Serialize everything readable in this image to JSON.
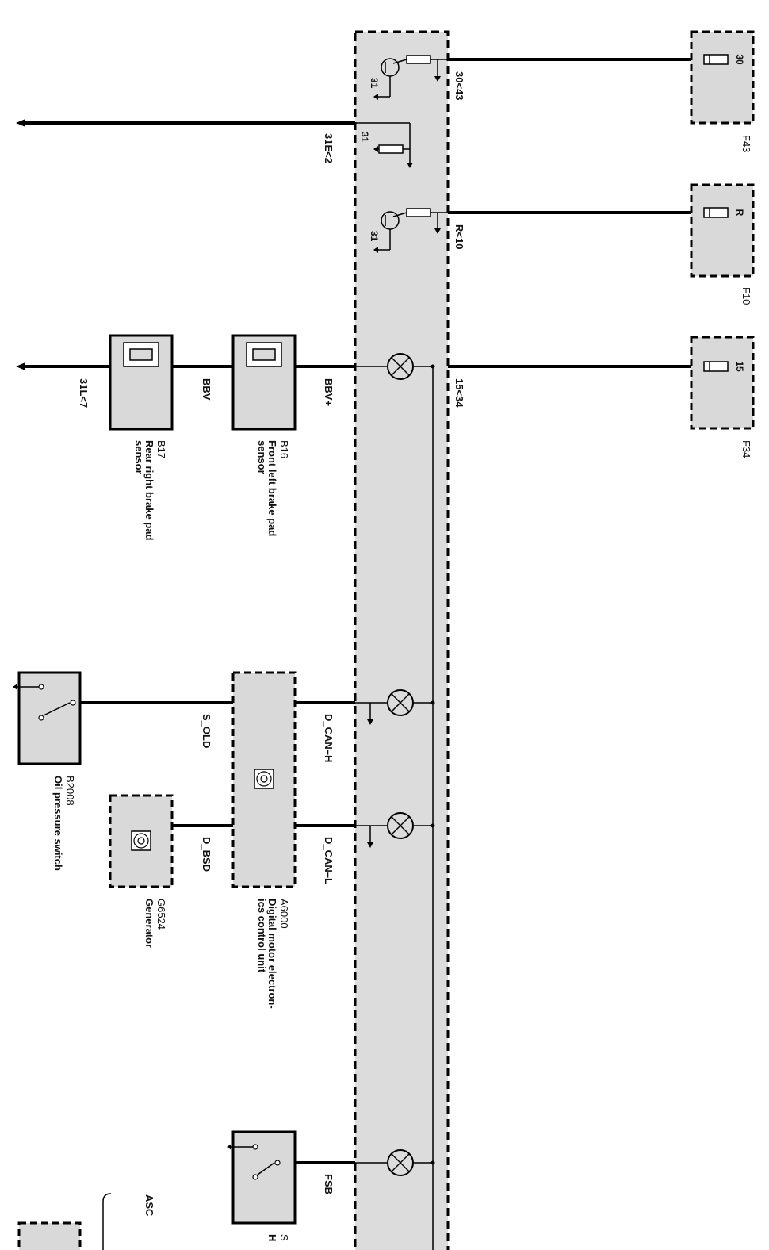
{
  "components": {
    "f43": {
      "id": "F43",
      "pin": "30"
    },
    "f10": {
      "id": "F10",
      "pin": "R"
    },
    "f34": {
      "id": "F34",
      "pin": "15"
    },
    "b17": {
      "id": "B17",
      "name": "Rear right brake pad sensor"
    },
    "b16": {
      "id": "B16",
      "name": "Front left brake pad sensor"
    },
    "b2008": {
      "id": "B2008",
      "name": "Oil pressure switch"
    },
    "g6524": {
      "id": "G6524",
      "name": "Generator"
    },
    "a6000": {
      "id": "A6000",
      "name": "Digital motor electron-ics control unit"
    },
    "partial": {
      "id": "S",
      "sub": "H"
    },
    "asc": {
      "label": "ASC"
    }
  },
  "signals": {
    "s30_43": "30<43",
    "s31e_2": "31E<2",
    "sr_10": "R<10",
    "s15_34": "15<34",
    "s31l_7": "31L<7",
    "bbv": "BBV",
    "bbv_plus": "BBV+",
    "s_old": "S_OLD",
    "d_can_h": "D_CAN–H",
    "d_bsd": "D_BSD",
    "d_can_l": "D_CAN–L",
    "fsb": "FSB"
  },
  "pins": {
    "p31_a": "31",
    "p31_b": "31",
    "p31_c": "31"
  }
}
